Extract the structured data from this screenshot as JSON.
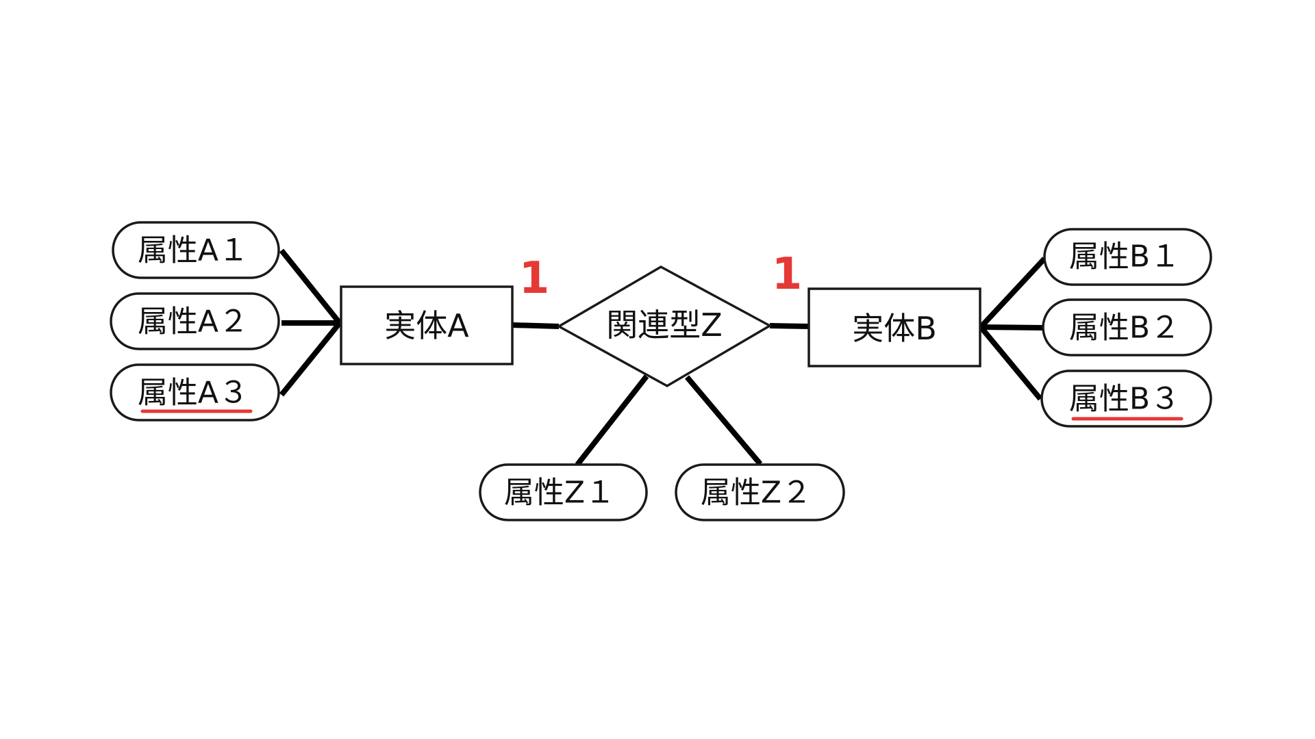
{
  "colors": {
    "background": "#ffffff",
    "line": "#000000",
    "cardinality": "#e53935",
    "primary_key_underline": "#e53935"
  },
  "entities": {
    "a": {
      "label": "実体A"
    },
    "b": {
      "label": "実体B"
    }
  },
  "relationship": {
    "label": "関連型Z",
    "cardinality_a": "1",
    "cardinality_b": "1"
  },
  "attributes": {
    "a1": {
      "label": "属性A１",
      "primary_key": false
    },
    "a2": {
      "label": "属性A２",
      "primary_key": false
    },
    "a3": {
      "label": "属性A３",
      "primary_key": true
    },
    "b1": {
      "label": "属性B１",
      "primary_key": false
    },
    "b2": {
      "label": "属性B２",
      "primary_key": false
    },
    "b3": {
      "label": "属性B３",
      "primary_key": true
    },
    "z1": {
      "label": "属性Z１",
      "primary_key": false
    },
    "z2": {
      "label": "属性Z２",
      "primary_key": false
    }
  }
}
